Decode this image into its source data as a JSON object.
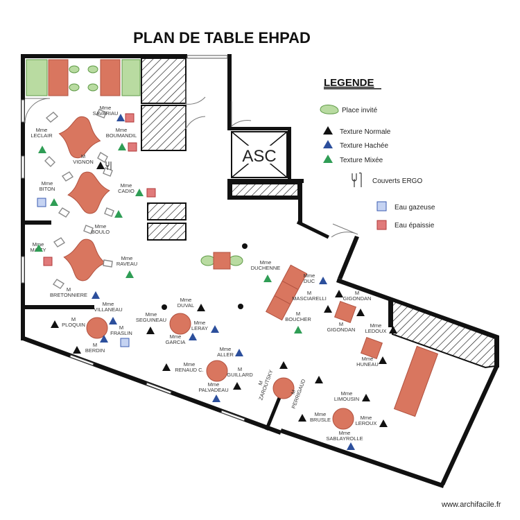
{
  "title": "PLAN DE TABLE EHPAD",
  "legend": {
    "title": "LEGENDE",
    "guest_place": "Place invité",
    "texture_normale": "Texture Normale",
    "texture_hachee": "Texture Hachée",
    "texture_mixee": "Texture Mixée",
    "couverts_ergo": "Couverts ERGO",
    "eau_gazeuse": "Eau gazeuse",
    "eau_epaissie": "Eau épaissie"
  },
  "elevator_label": "ASC",
  "watermark": "www.archifacile.fr",
  "residents": [
    {
      "title": "Mme",
      "name": "SAVARIAU"
    },
    {
      "title": "Mme",
      "name": "LECLAIR"
    },
    {
      "title": "Mme",
      "name": "BOUMANDIL"
    },
    {
      "title": "M",
      "name": "VIGNON"
    },
    {
      "title": "Mme",
      "name": "BITON"
    },
    {
      "title": "Mme",
      "name": "CADIO"
    },
    {
      "title": "Mme",
      "name": "BOULO"
    },
    {
      "title": "Mme",
      "name": "MAIZY"
    },
    {
      "title": "Mme",
      "name": "RAVEAU"
    },
    {
      "title": "M",
      "name": "BRETONNIERE"
    },
    {
      "title": "Mme",
      "name": "DUCHENNE"
    },
    {
      "title": "Mme",
      "name": "DUC"
    },
    {
      "title": "M",
      "name": "MASCIARELLI"
    },
    {
      "title": "M",
      "name": "GIGONDAN"
    },
    {
      "title": "M",
      "name": "BOUCHER"
    },
    {
      "title": "M",
      "name": "GIGONDAN"
    },
    {
      "title": "Mme",
      "name": "LEDOUX"
    },
    {
      "title": "Mme",
      "name": "VILLANEAU"
    },
    {
      "title": "M",
      "name": "PLOQUIN"
    },
    {
      "title": "M",
      "name": "FRASLIN"
    },
    {
      "title": "M",
      "name": "BERDIN"
    },
    {
      "title": "Mme",
      "name": "DUVAL"
    },
    {
      "title": "Mme",
      "name": "SEGUINEAU"
    },
    {
      "title": "Mme",
      "name": "LERAY"
    },
    {
      "title": "Mme",
      "name": "GARCIA"
    },
    {
      "title": "Mme",
      "name": "ALLER"
    },
    {
      "title": "Mme",
      "name": "RENAUD C."
    },
    {
      "title": "M",
      "name": "GUILLARD"
    },
    {
      "title": "Mme",
      "name": "PALVADEAU"
    },
    {
      "title": "M",
      "name": "ZAROUTSKY"
    },
    {
      "title": "M",
      "name": "PERRIGAUD"
    },
    {
      "title": "Mme",
      "name": "HUNEAU"
    },
    {
      "title": "Mme",
      "name": "LIMOUSIN"
    },
    {
      "title": "Mme",
      "name": "BRUSLE"
    },
    {
      "title": "Mme",
      "name": "LEROUX"
    },
    {
      "title": "Mme",
      "name": "SABLAYROLLE"
    }
  ],
  "colors": {
    "table": "#d9765f",
    "guest": "#b9dba1",
    "texture_normale": "#111111",
    "texture_hachee": "#2c4f9c",
    "texture_mixee": "#2f9d55"
  }
}
